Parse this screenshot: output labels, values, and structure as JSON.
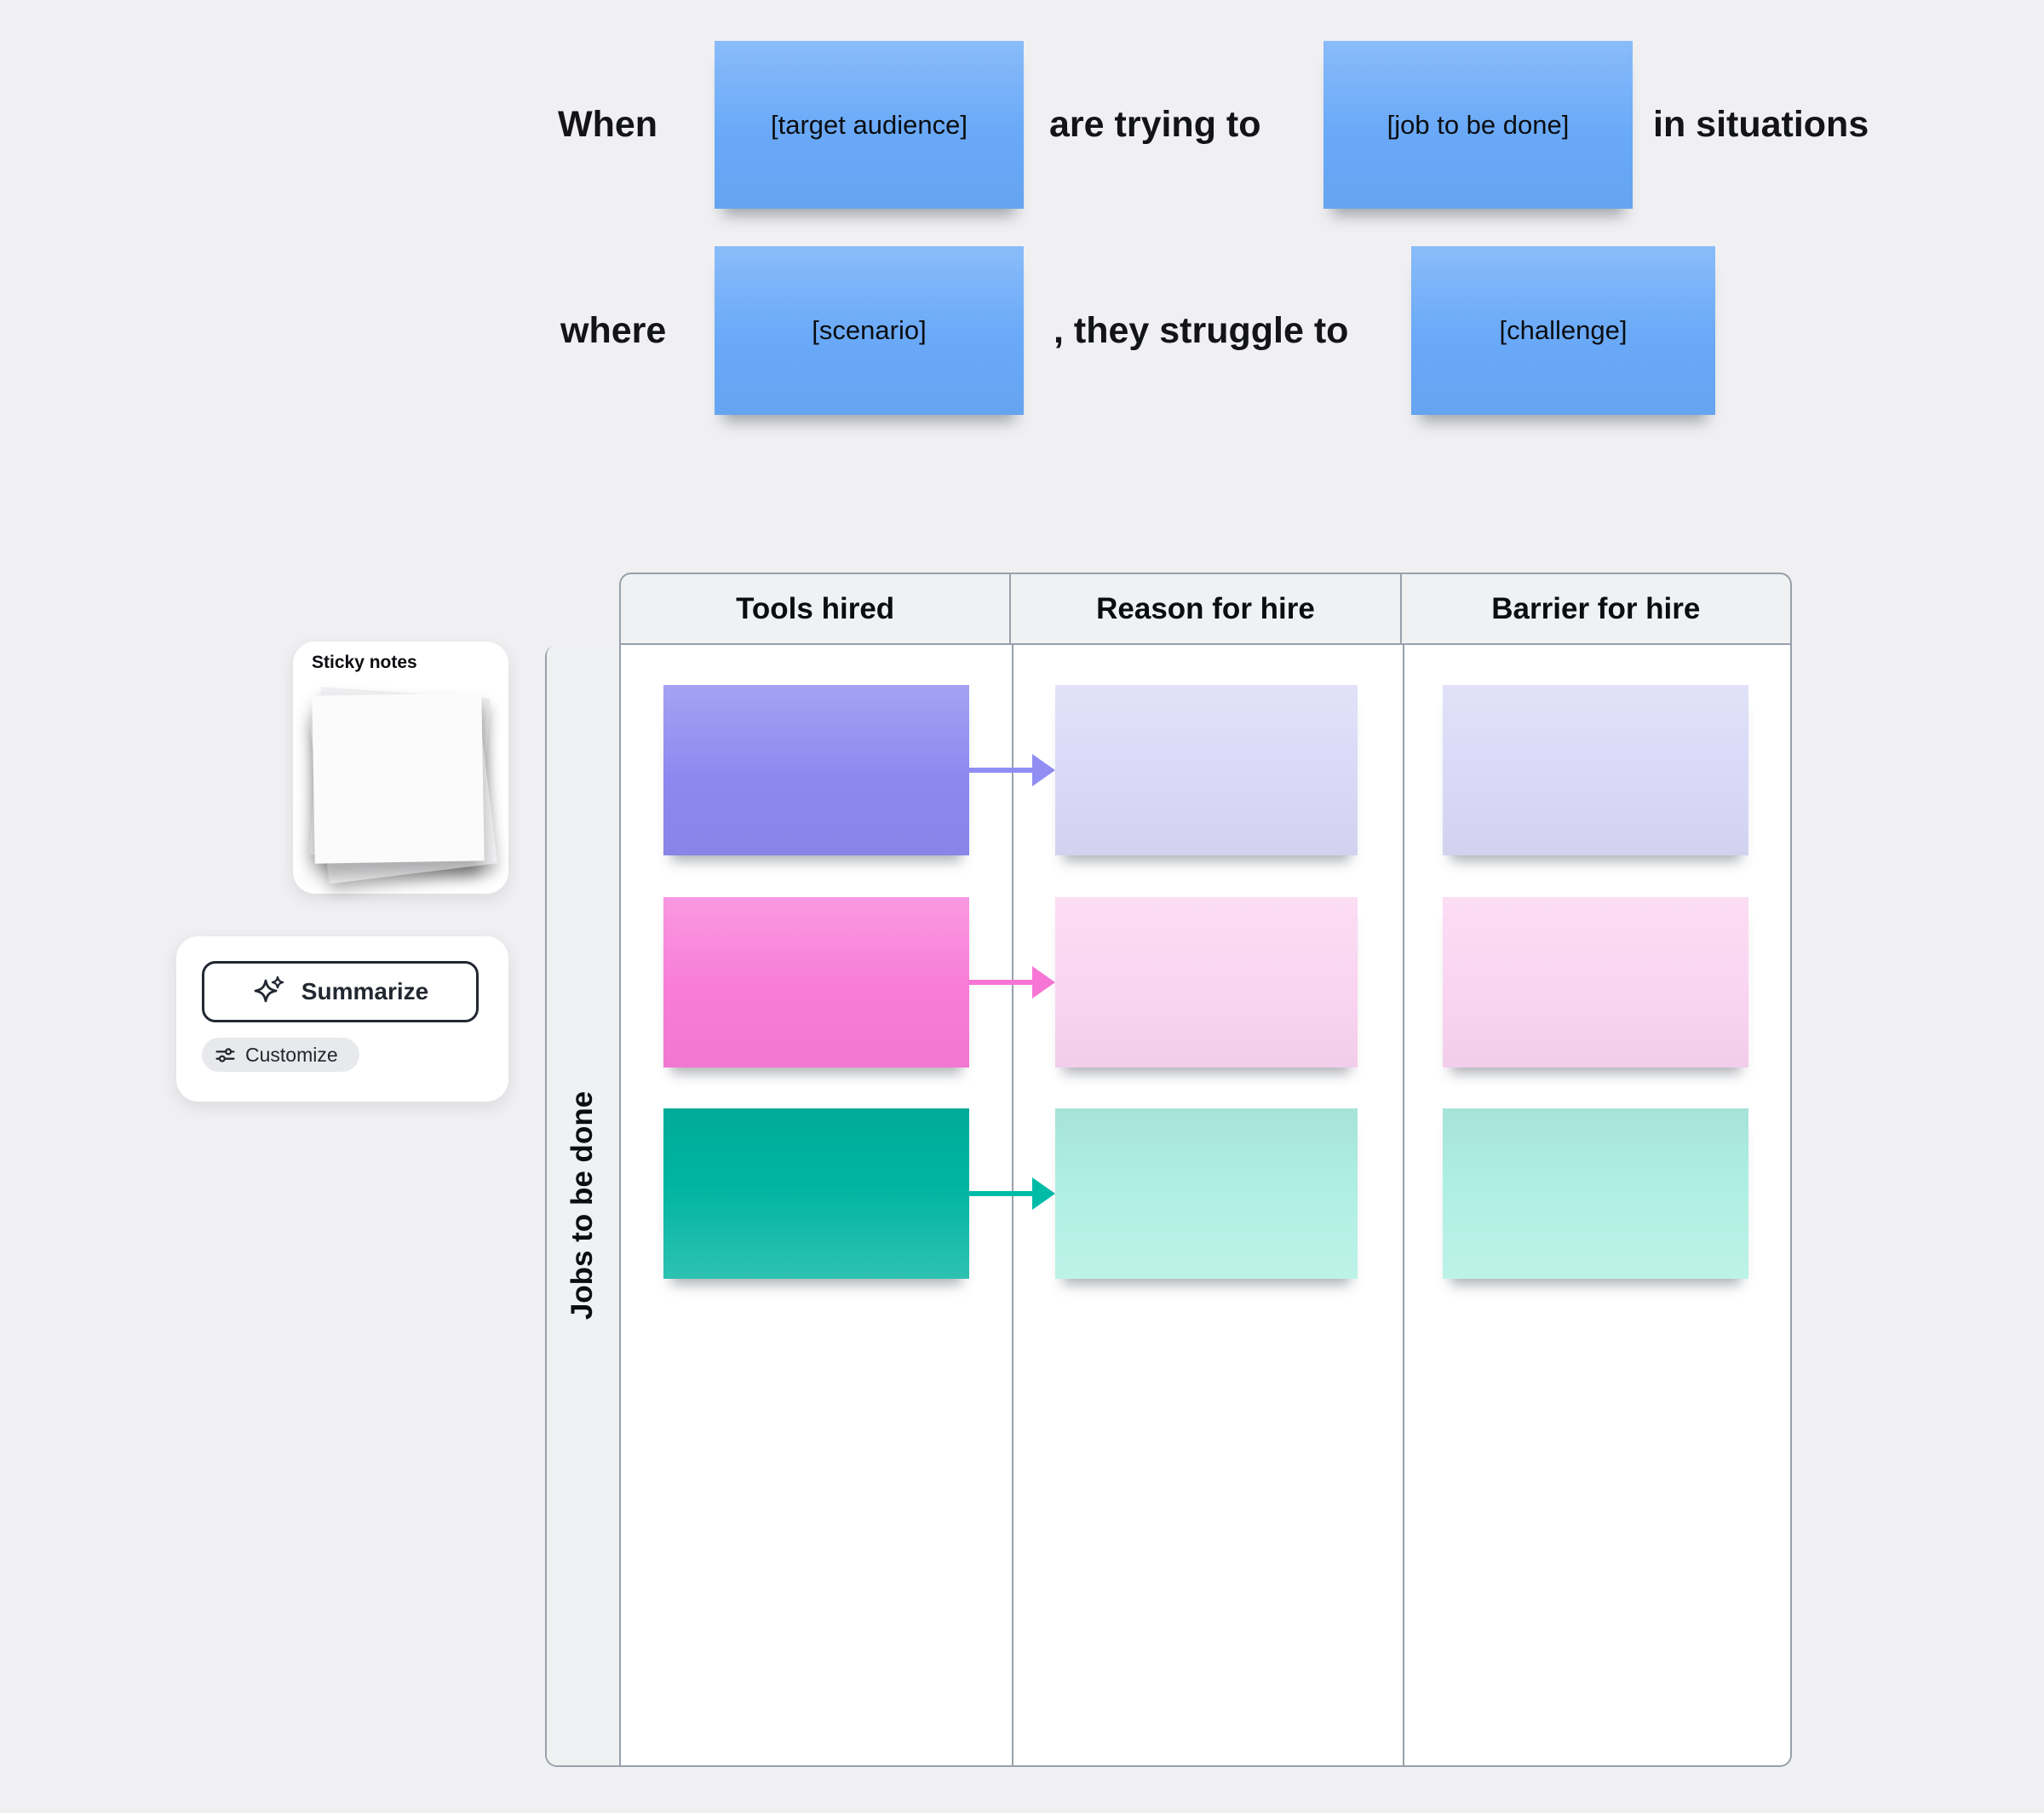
{
  "colors": {
    "canvas_bg": "#F0F0F2",
    "table_border": "#98A0AA",
    "table_header_bg": "#F0F1F3",
    "note_blue": "#69A9F8",
    "text_dark": "#121417"
  },
  "sentence": {
    "when": "When",
    "target_audience": "[target audience]",
    "are_trying_to": "are trying to",
    "job_to_be_done": "[job to be done]",
    "in_situations": "in situations",
    "where": "where",
    "scenario": "[scenario]",
    "they_struggle_to": ", they struggle to",
    "challenge": "[challenge]"
  },
  "table": {
    "columns": [
      "Tools hired",
      "Reason for hire",
      "Barrier for hire"
    ],
    "row_label": "Jobs to be done",
    "rows": [
      {
        "name": "purple",
        "solid": "#8B89EF",
        "light": "#D9D9F7",
        "arrow": "#908EF2"
      },
      {
        "name": "pink",
        "solid": "#F87CD8",
        "light": "#FAD4F1",
        "arrow": "#F776D5"
      },
      {
        "name": "teal",
        "solid": "#00B4A1",
        "light": "#AFEFE3",
        "arrow": "#00BCA7"
      }
    ]
  },
  "panels": {
    "sticky_notes": {
      "title": "Sticky notes"
    },
    "assistant": {
      "summarize_label": "Summarize",
      "customize_label": "Customize"
    }
  }
}
